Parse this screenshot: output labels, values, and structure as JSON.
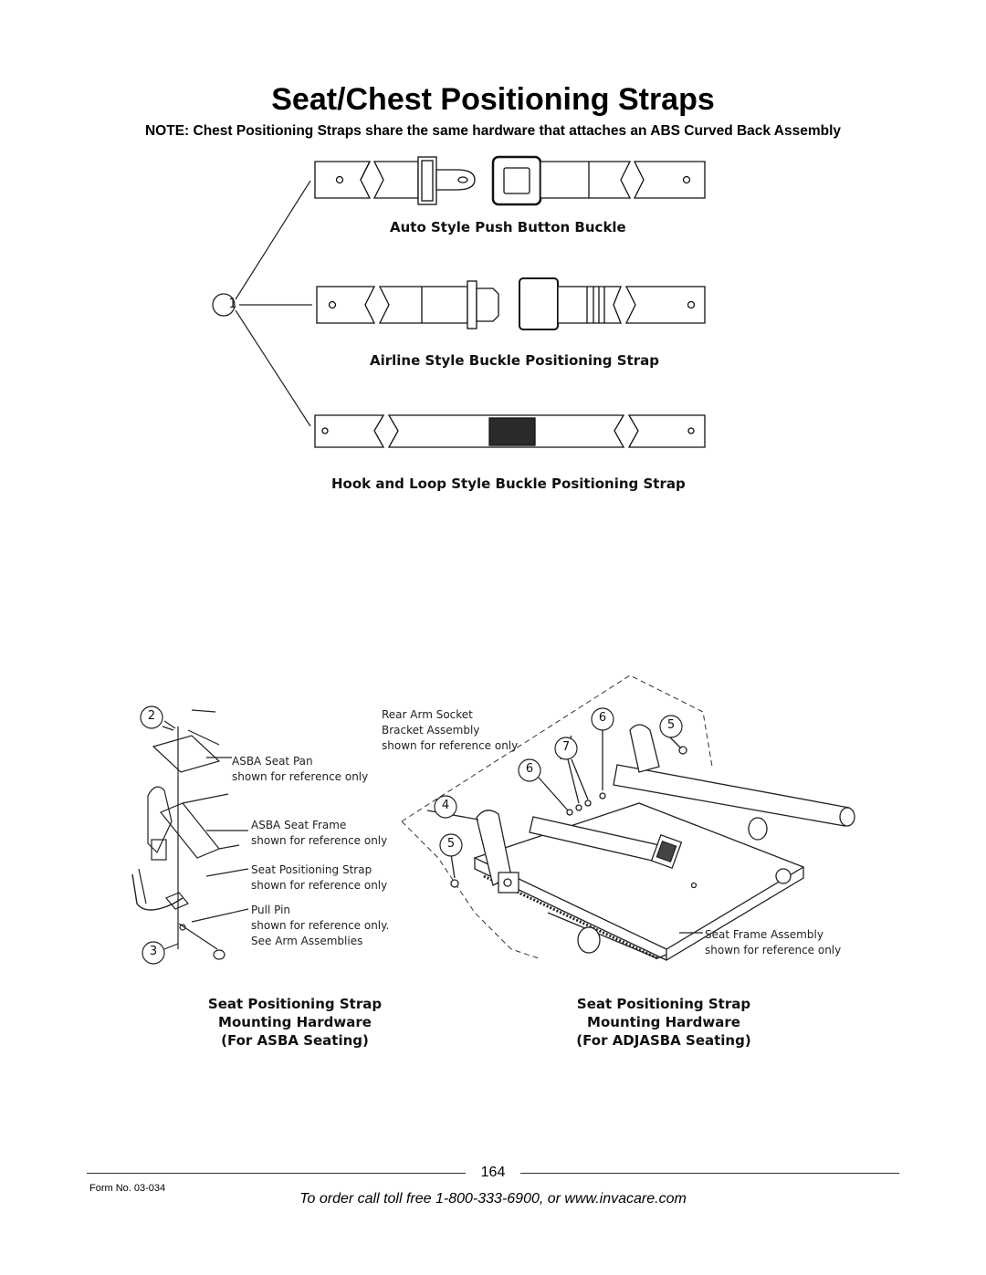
{
  "page": {
    "title": "Seat/Chest Positioning Straps",
    "note": "NOTE: Chest Positioning Straps share the same hardware that attaches an ABS Curved Back Assembly"
  },
  "strap_diagram": {
    "callout": "1",
    "labels": {
      "auto": "Auto Style Push Button Buckle",
      "airline": "Airline Style Buckle Positioning Strap",
      "hook_loop": "Hook and Loop Style Buckle Positioning Strap"
    }
  },
  "asba_diagram": {
    "callouts": [
      "2",
      "3"
    ],
    "captions": {
      "seat_pan": [
        "ASBA Seat Pan",
        "shown for reference only"
      ],
      "seat_frame": [
        "ASBA Seat Frame",
        "shown for reference only"
      ],
      "strap": [
        "Seat Positioning Strap",
        "shown for reference only"
      ],
      "pull_pin": [
        "Pull Pin",
        "shown for reference only.",
        "See Arm Assemblies"
      ]
    },
    "heading": [
      "Seat Positioning Strap",
      "Mounting Hardware",
      "(For ASBA Seating)"
    ]
  },
  "adjasba_diagram": {
    "callouts": [
      "4",
      "5",
      "6",
      "7",
      "6",
      "5"
    ],
    "captions": {
      "rear_arm": [
        "Rear Arm Socket",
        "Bracket Assembly",
        "shown for reference only"
      ],
      "seat_frame_assembly": [
        "Seat Frame Assembly",
        "shown for reference only"
      ]
    },
    "heading": [
      "Seat Positioning Strap",
      "Mounting Hardware",
      "(For ADJASBA Seating)"
    ]
  },
  "footer": {
    "page_number": "164",
    "form_no": "Form No.  03-034",
    "order_text": "To order call toll free 1-800-333-6900, or www.invacare.com"
  },
  "colors": {
    "ink": "#111111",
    "strap_fill": "#ffffff",
    "hook_loop_patch": "#2a2a2a"
  }
}
